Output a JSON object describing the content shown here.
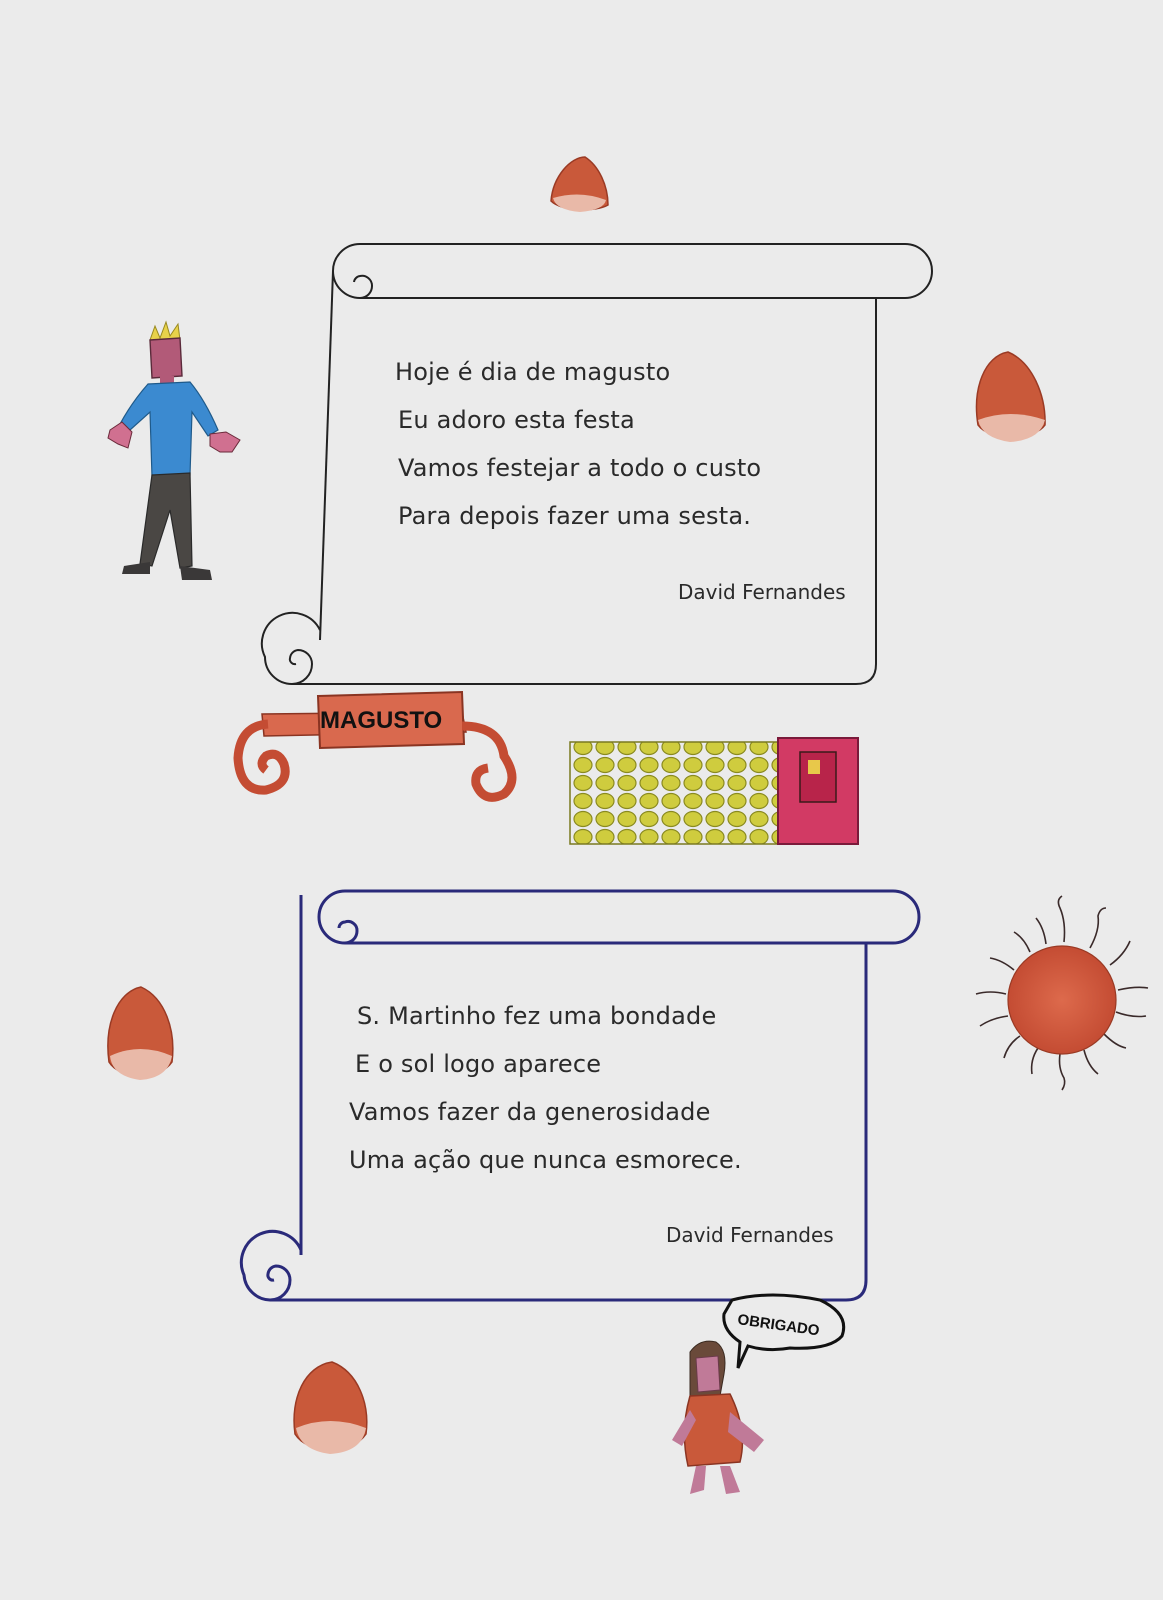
{
  "poem1": {
    "lines": [
      "Hoje é dia de magusto",
      "Eu adoro esta festa",
      "Vamos festejar a todo o custo",
      "Para depois fazer uma sesta."
    ],
    "author": "David Fernandes"
  },
  "poem2": {
    "lines": [
      "S. Martinho fez uma bondade",
      "E o sol logo aparece",
      "Vamos fazer da generosidade",
      "Uma ação que nunca esmorece."
    ],
    "author": "David Fernandes"
  },
  "banner": {
    "text": "MAGUSTO"
  },
  "speech_bubble": {
    "text": "OBRIGADO"
  },
  "colors": {
    "paper": "#ebebeb",
    "chestnut": "#c9593a",
    "scroll_top_outline": "#222222",
    "scroll_bottom_outline": "#2a2a7a",
    "text": "#2a2a2a",
    "sun": "#d0563e",
    "shirt": "#3b8ad0"
  },
  "icons": {
    "chestnut": "chestnut-icon",
    "sun": "sun-icon",
    "boy": "boy-figure",
    "girl": "girl-figure",
    "fire": "fire-pit"
  }
}
